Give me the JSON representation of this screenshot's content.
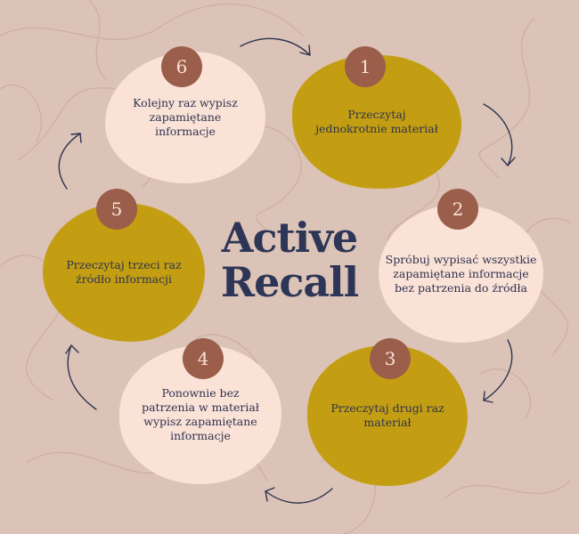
{
  "title_line1": "Active",
  "title_line2": "Recall",
  "steps": [
    {
      "number": "1",
      "text": "Przeczytaj jednokrotnie materiał",
      "style": "gold"
    },
    {
      "number": "2",
      "text": "Spróbuj wypisać wszystkie zapamiętane informacje bez patrzenia do źródła",
      "style": "light"
    },
    {
      "number": "3",
      "text": "Przeczytaj drugi raz materiał",
      "style": "gold"
    },
    {
      "number": "4",
      "text": "Ponownie bez patrzenia w materiał wypisz zapamiętane informacje",
      "style": "light"
    },
    {
      "number": "5",
      "text": "Przeczytaj trzeci raz źródło informacji",
      "style": "gold"
    },
    {
      "number": "6",
      "text": "Kolejny raz wypisz zapamiętane informacje",
      "style": "light"
    }
  ],
  "colors": {
    "background": "#dcc3b7",
    "light_blob": "#fbe2d7",
    "gold_blob": "#c49e12",
    "badge": "#9a5e4a",
    "title": "#2d3657"
  }
}
